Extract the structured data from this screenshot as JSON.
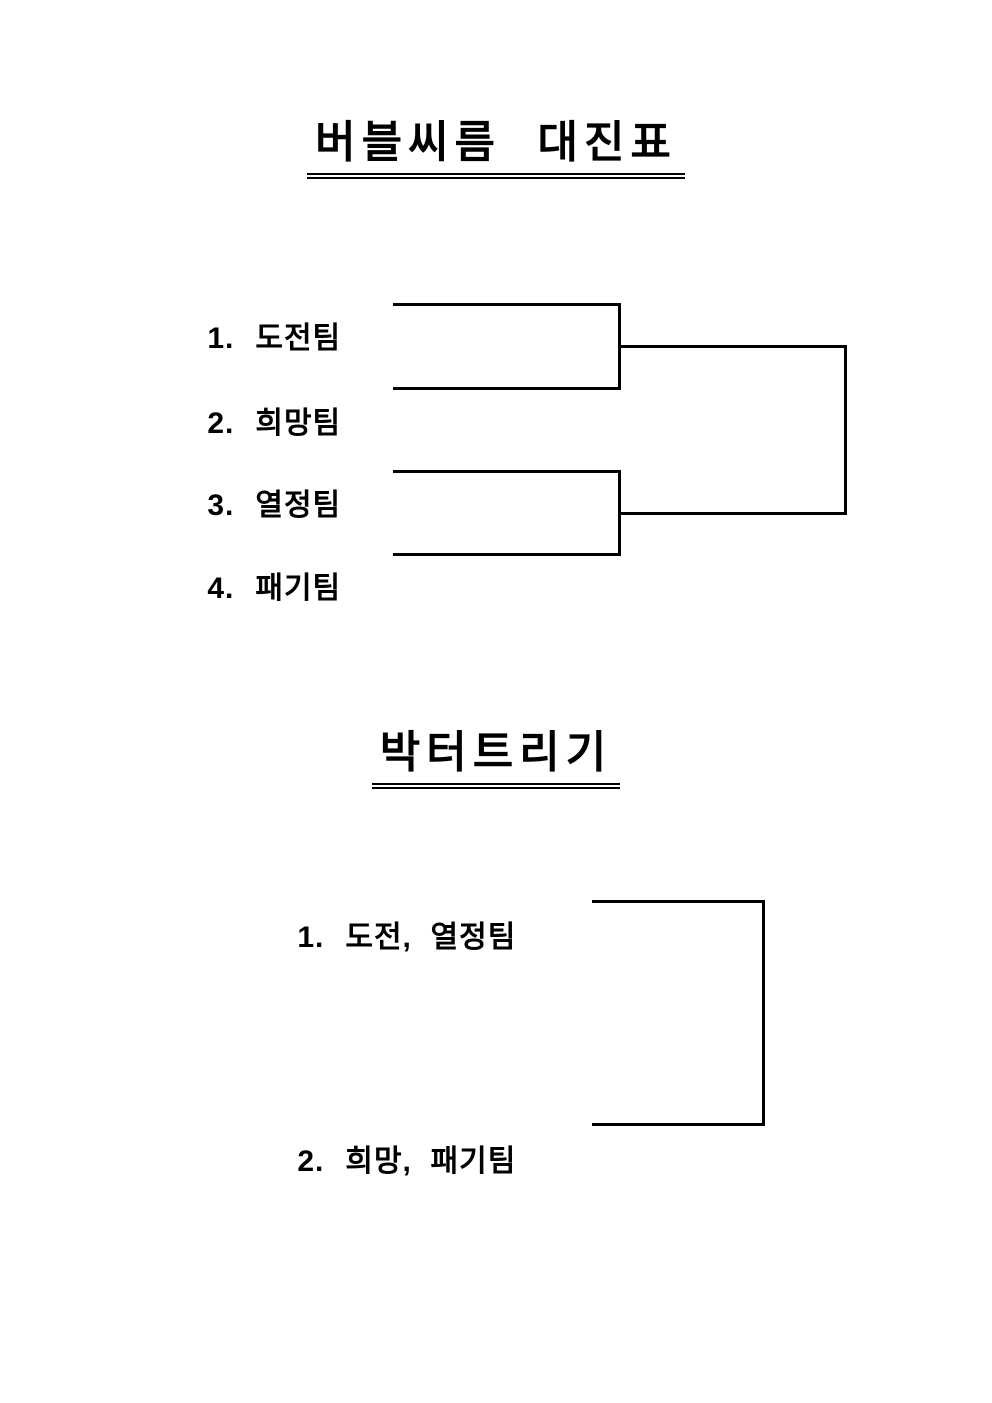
{
  "page": {
    "background_color": "#ffffff",
    "text_color": "#000000",
    "line_color": "#000000"
  },
  "ssireum_section": {
    "title": "버블씨름  대진표",
    "teams": [
      {
        "number": "1.",
        "name": "도전팀"
      },
      {
        "number": "2.",
        "name": "희망팀"
      },
      {
        "number": "3.",
        "name": "열정팀"
      },
      {
        "number": "4.",
        "name": "패기팀"
      }
    ]
  },
  "park_section": {
    "title": "박터트리기",
    "entries": [
      {
        "number": "1.",
        "name": "도전,  열정팀"
      },
      {
        "number": "2.",
        "name": "희망,  패기팀"
      }
    ]
  }
}
